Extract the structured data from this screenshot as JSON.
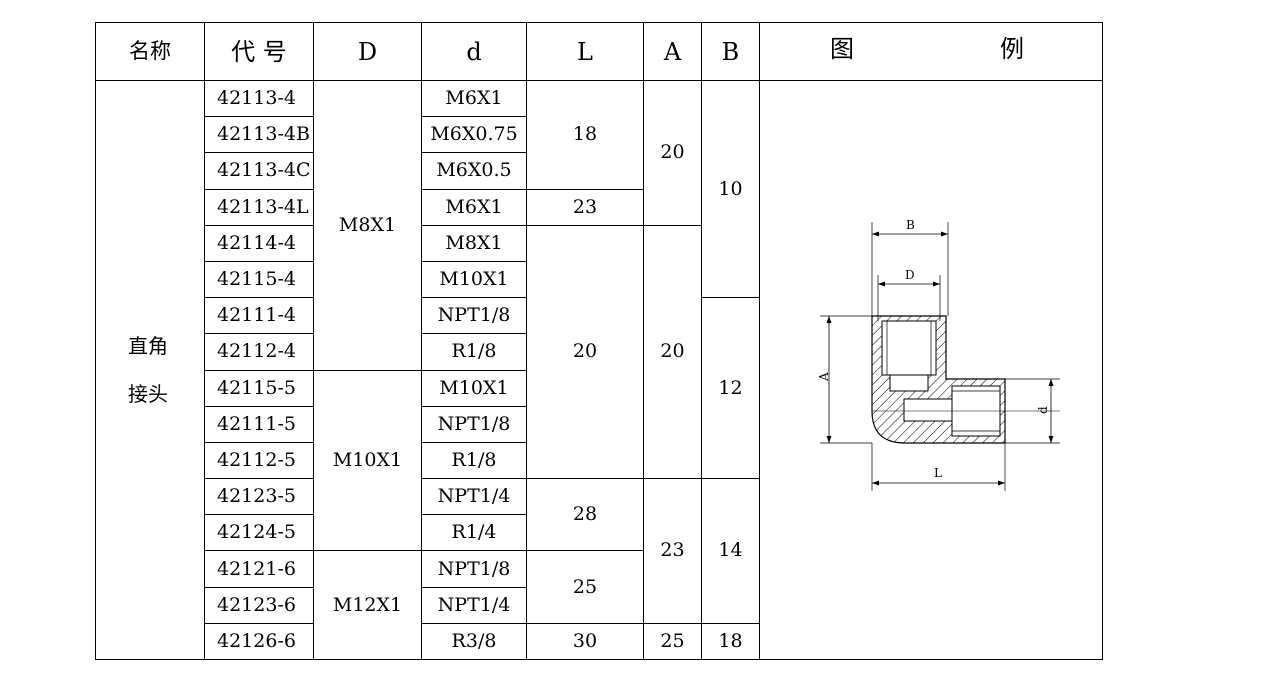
{
  "header": {
    "name": "名称",
    "code": "代 号",
    "D": "D",
    "d": "d",
    "L": "L",
    "A": "A",
    "B": "B",
    "figure_1": "图",
    "figure_2": "例"
  },
  "name_cell": {
    "line1": "直角",
    "line2": "接头"
  },
  "codes": [
    "42113-4",
    "42113-4B",
    "42113-4C",
    "42113-4L",
    "42114-4",
    "42115-4",
    "42111-4",
    "42112-4",
    "42115-5",
    "42111-5",
    "42112-5",
    "42123-5",
    "42124-5",
    "42121-6",
    "42123-6",
    "42126-6"
  ],
  "D_values": [
    "M8X1",
    "M10X1",
    "M12X1"
  ],
  "d_values": [
    "M6X1",
    "M6X0.75",
    "M6X0.5",
    "M6X1",
    "M8X1",
    "M10X1",
    "NPT1/8",
    "R1/8",
    "M10X1",
    "NPT1/8",
    "R1/8",
    "NPT1/4",
    "R1/4",
    "NPT1/8",
    "NPT1/4",
    "R3/8"
  ],
  "L_values": [
    "18",
    "23",
    "20",
    "28",
    "25",
    "30"
  ],
  "A_values": [
    "20",
    "20",
    "23",
    "25"
  ],
  "B_values": [
    "10",
    "12",
    "14",
    "18"
  ],
  "figure_labels": {
    "B": "B",
    "D": "D",
    "A": "A",
    "d": "d",
    "L": "L"
  }
}
